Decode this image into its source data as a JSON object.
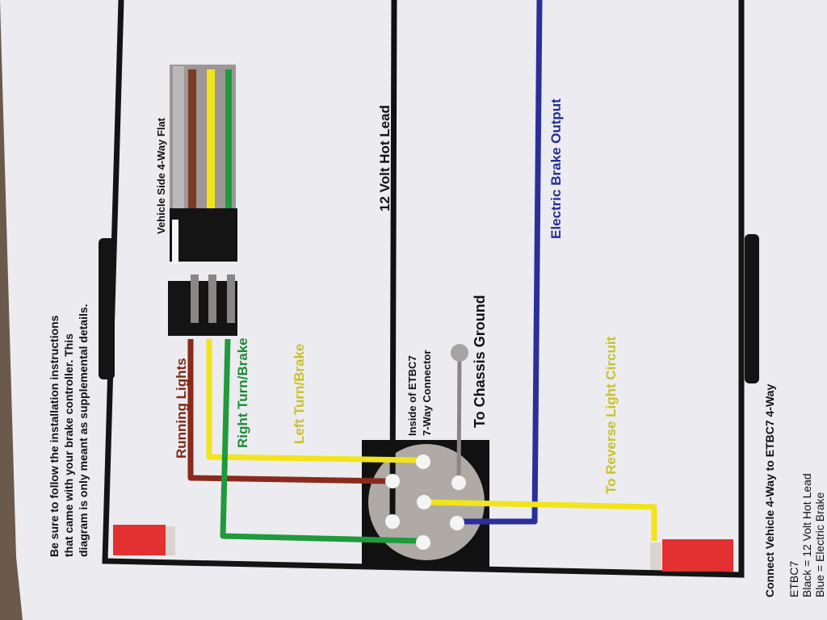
{
  "note": {
    "line1": "Be sure to follow the installation instructions",
    "line2": "that came with your brake controller. This",
    "line3": "diagram is only meant as supplemental details."
  },
  "labels": {
    "vehicle_side": "Vehicle Side 4-Way Flat",
    "hot_lead": "12 Volt Hot Lead",
    "brake_output": "Electric Brake Output",
    "running_lights": "Running Lights",
    "right_turn": "Right Turn/Brake",
    "left_turn": "Left Turn/Brake",
    "inside_etbc7_1": "Inside of ETBC7",
    "inside_etbc7_2": "7-Way Connector",
    "chassis_ground": "To Chassis Ground",
    "reverse_light": "To Reverse Light Circuit"
  },
  "bottom": {
    "heading": "Connect Vehicle 4-Way to ETBC7 4-Way",
    "model": "ETBC7",
    "black": "Black = 12 Volt Hot Lead",
    "blue": "Blue = Electric Brake"
  },
  "colors": {
    "paper": "#ecebf0",
    "black_wire": "#111111",
    "blue_wire": "#2b2f9a",
    "yellow_wire": "#f2e41a",
    "green_wire": "#1f9a3c",
    "brown_wire": "#8a2a1c",
    "gray_wire": "#8b8686",
    "white_wire": "#f4f4f4",
    "running_text": "#7b2a14",
    "green_text": "#1f8a3a",
    "yellow_text": "#c9c22c",
    "blue_text": "#23308f",
    "red_block": "#e33030"
  }
}
